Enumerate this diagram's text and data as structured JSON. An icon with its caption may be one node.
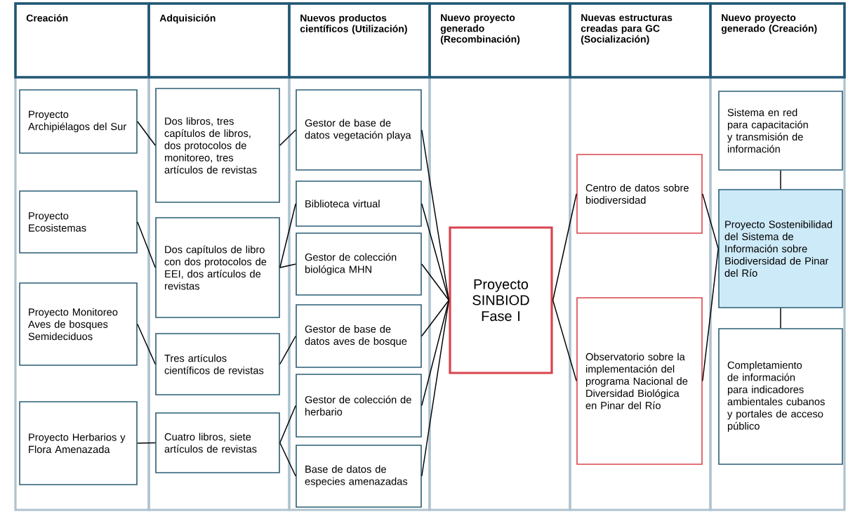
{
  "diagram": {
    "nodes": [
      {
        "text": [
          "Creación"
        ]
      },
      {
        "text": [
          "Adquisición"
        ]
      },
      {
        "text": [
          "Nuevos productos científicos (Utilización)"
        ]
      },
      {
        "text": [
          "Nuevo proyecto generado (Recombinación)"
        ]
      },
      {
        "text": [
          "Nuevas estructuras creadas para GC (Socialización)"
        ]
      },
      {
        "text": [
          "Nuevo proyecto generado (Creación)"
        ]
      },
      {
        "text": [
          "Proyecto Archipiélagos del Sur"
        ],
        "in": 0
      },
      {
        "text": [
          "Proyecto Ecosistemas"
        ],
        "in": 0
      },
      {
        "text": [
          "Proyecto Monitoreo Aves de bosques Semideciduos"
        ],
        "in": 0
      },
      {
        "text": [
          "Proyecto Herbarios y Flora Amenazada"
        ],
        "in": 0
      },
      {
        "text": [
          "Dos libros, tres capítulos de libros, dos protocolos de monitoreo, tres artículos de revistas"
        ],
        "in": 1
      },
      {
        "text": [
          "Dos capítulos de libro con dos protocolos de EEI, dos artículos de revistas"
        ],
        "in": 1
      },
      {
        "text": [
          "Tres artículos científicos de revistas"
        ],
        "in": 1
      },
      {
        "text": [
          "Cuatro libros, siete artículos de revistas"
        ],
        "in": 1
      },
      {
        "text": [
          "Gestor de base de datos vegetación playa"
        ],
        "in": 2
      },
      {
        "text": [
          "Biblioteca virtual"
        ],
        "in": 2
      },
      {
        "text": [
          "Gestor de colección biológica MHN"
        ],
        "in": 2
      },
      {
        "text": [
          "Gestor de base de datos aves de bosque"
        ],
        "in": 2
      },
      {
        "text": [
          "Gestor de colección de herbario"
        ],
        "in": 2
      },
      {
        "text": [
          "Base de datos de especies amenazadas"
        ],
        "in": 2
      },
      {
        "text": [
          "Proyecto SINBIOD Fase I"
        ],
        "in": 3
      },
      {
        "text": [
          "Centro de datos sobre biodiversidad"
        ],
        "in": 4
      },
      {
        "text": [
          "Observatorio sobre la implementación del programa Nacional de Diversidad Biológica en Pinar del Río"
        ],
        "in": 4
      },
      {
        "text": [
          "Sistema en red para capacitación y transmisión de información"
        ],
        "in": 5
      },
      {
        "text": [
          "Proyecto Sostenibilidad del Sistema de Información sobre Biodiversidad de Pinar del Río"
        ],
        "in": 5
      },
      {
        "text": [
          "Completamiento de información para indicadores ambientales cubanos y portales de acceso público"
        ],
        "in": 5
      }
    ],
    "edges": [
      {
        "from": 6,
        "to": 10,
        "arrow": "none"
      },
      {
        "from": 7,
        "to": 11,
        "arrow": "none"
      },
      {
        "from": 8,
        "to": 12,
        "arrow": "none"
      },
      {
        "from": 9,
        "to": 13,
        "arrow": "none"
      },
      {
        "from": 10,
        "to": 14,
        "arrow": "none"
      },
      {
        "from": 11,
        "to": 15,
        "arrow": "none"
      },
      {
        "from": 11,
        "to": 16,
        "arrow": "none"
      },
      {
        "from": 12,
        "to": 17,
        "arrow": "none"
      },
      {
        "from": 13,
        "to": 18,
        "arrow": "none"
      },
      {
        "from": 13,
        "to": 19,
        "arrow": "none"
      },
      {
        "from": 14,
        "to": 20,
        "arrow": "none"
      },
      {
        "from": 15,
        "to": 20,
        "arrow": "none"
      },
      {
        "from": 16,
        "to": 20,
        "arrow": "none"
      },
      {
        "from": 17,
        "to": 20,
        "arrow": "none"
      },
      {
        "from": 18,
        "to": 20,
        "arrow": "none"
      },
      {
        "from": 19,
        "to": 20,
        "arrow": "none"
      },
      {
        "from": 20,
        "to": 21,
        "arrow": "none"
      },
      {
        "from": 20,
        "to": 22,
        "arrow": "none"
      },
      {
        "from": 21,
        "to": 24,
        "arrow": "none"
      },
      {
        "from": 22,
        "to": 24,
        "arrow": "none"
      },
      {
        "from": 23,
        "to": 24,
        "arrow": "none"
      },
      {
        "from": 24,
        "to": 25,
        "arrow": "none"
      }
    ]
  }
}
